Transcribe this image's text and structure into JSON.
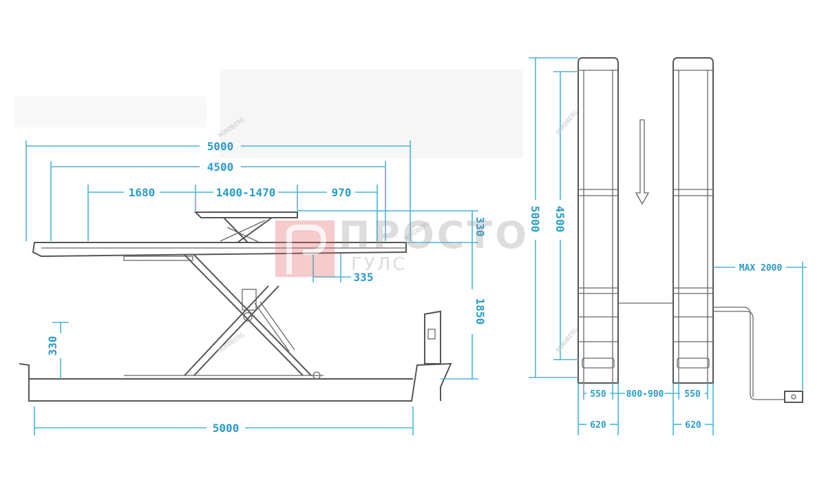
{
  "side_view": {
    "dims": {
      "overall_length": "5000",
      "platform_length": "4500",
      "front_section": "1680",
      "middle_section": "1400-1470",
      "rear_section": "970",
      "aux_platform_height": "330",
      "offset": "335",
      "max_height": "1850",
      "base_height": "330",
      "base_length": "5000"
    }
  },
  "top_view": {
    "dims": {
      "outer_length": "5000",
      "inner_length": "4500",
      "track_width_left": "550",
      "track_spacing": "800-900",
      "track_width_right": "550",
      "outer_width_left": "620",
      "outer_width_right": "620",
      "cable_length": "MAX 2000"
    }
  },
  "watermarks": {
    "brand": "NORDBERG",
    "logo_main": "ПРОСТО",
    "logo_sub": "ГУЛС"
  },
  "colors": {
    "dimension": "#4ab4d9",
    "outline": "#555555",
    "logo_red": "#e05050"
  }
}
